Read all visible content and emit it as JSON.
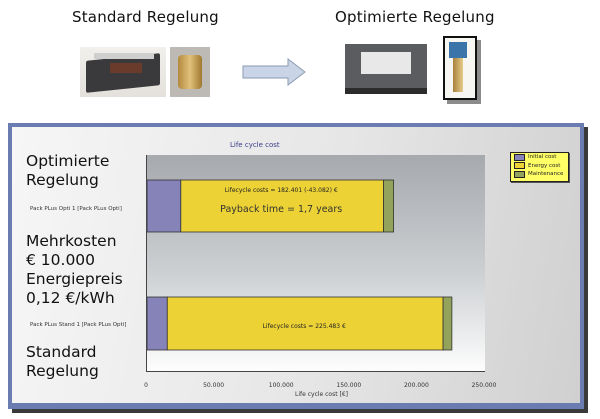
{
  "header": {
    "standard_label": "Standard Regelung",
    "optimized_label": "Optimierte Regelung",
    "images": [
      "controller-photo",
      "expansion-valve-photo",
      "arrow-right",
      "controller-module-photo",
      "electronic-valve-photo"
    ]
  },
  "side_text": {
    "optimized": [
      "Optimierte",
      "Regelung"
    ],
    "extra_cost": [
      "Mehrkosten",
      "€ 10.000",
      "Energiepreis",
      "0,12 €/kWh"
    ],
    "standard": [
      "Standard",
      "Regelung"
    ]
  },
  "colors": {
    "initial": "#8683b8",
    "energy": "#ecd235",
    "maintenance": "#93a35c",
    "frame": "#6b7cb0",
    "legend_bg": "#ffff66"
  },
  "chart_data": {
    "type": "bar",
    "orientation": "horizontal",
    "stacked": true,
    "title": "Life cycle cost",
    "xlabel": "Life cycle cost [€]",
    "ylabel": "",
    "xlim": [
      0,
      250000
    ],
    "xticks": [
      "0",
      "50.000",
      "100.000",
      "150.000",
      "200.000",
      "250.000"
    ],
    "xtick_values": [
      0,
      50000,
      100000,
      150000,
      200000,
      250000
    ],
    "categories": [
      "Pack PLus Opti 1 [Pack PLus Opti]",
      "Pack PLus Stand 1 [Pack PLus Opti]"
    ],
    "series": [
      {
        "name": "Initial cost",
        "values": [
          25000,
          15000
        ]
      },
      {
        "name": "Energy cost",
        "values": [
          150000,
          204000
        ]
      },
      {
        "name": "Maintenance",
        "values": [
          7400,
          6500
        ]
      }
    ],
    "annotations": [
      {
        "category": 0,
        "text": "Lifecycle costs = 182.401 (-43.082) €"
      },
      {
        "category": 0,
        "text": "Payback time = 1,7 years"
      },
      {
        "category": 1,
        "text": "Lifecycle costs = 225.483 €"
      }
    ],
    "legend": [
      "Initial cost",
      "Energy cost",
      "Maintenance"
    ],
    "legend_position": "top-right",
    "grid": false
  }
}
